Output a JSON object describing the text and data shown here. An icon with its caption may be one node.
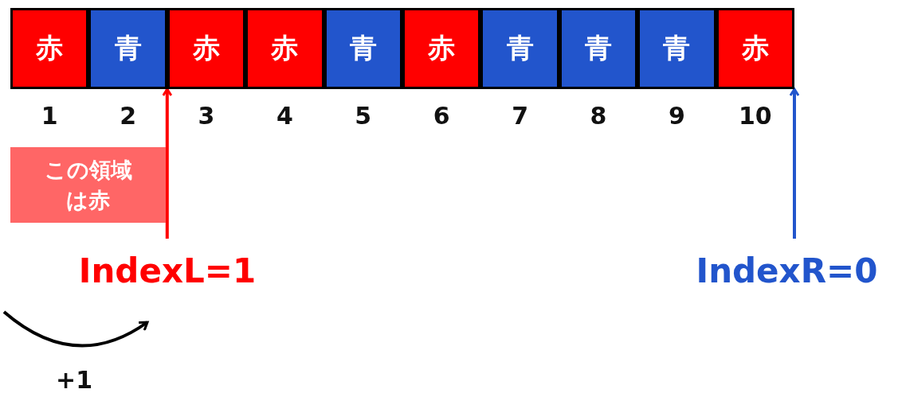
{
  "diagram": {
    "nodes": [
      {
        "text": [
          "赤"
        ],
        "beside": [
          "1"
        ]
      },
      {
        "text": [
          "青"
        ],
        "beside": [
          "2"
        ]
      },
      {
        "text": [
          "赤"
        ],
        "beside": [
          "3"
        ]
      },
      {
        "text": [
          "赤"
        ],
        "beside": [
          "4"
        ]
      },
      {
        "text": [
          "青"
        ],
        "beside": [
          "5"
        ]
      },
      {
        "text": [
          "赤"
        ],
        "beside": [
          "6"
        ]
      },
      {
        "text": [
          "青"
        ],
        "beside": [
          "7"
        ]
      },
      {
        "text": [
          "青"
        ],
        "beside": [
          "8"
        ]
      },
      {
        "text": [
          "青"
        ],
        "beside": [
          "9"
        ]
      },
      {
        "text": [
          "赤"
        ],
        "beside": [
          "10"
        ]
      },
      {
        "text": [
          "この領域は赤"
        ]
      },
      {
        "text": [
          "IndexL=1"
        ]
      },
      {
        "text": [
          "IndexR=0"
        ]
      }
    ],
    "edges": [
      {
        "from": 11,
        "to": 2,
        "arrow": "to",
        "color": "#ff0000"
      },
      {
        "from": 12,
        "to": 9,
        "arrow": "to",
        "color": "#2255cc"
      }
    ],
    "labels": [
      "+1"
    ]
  }
}
